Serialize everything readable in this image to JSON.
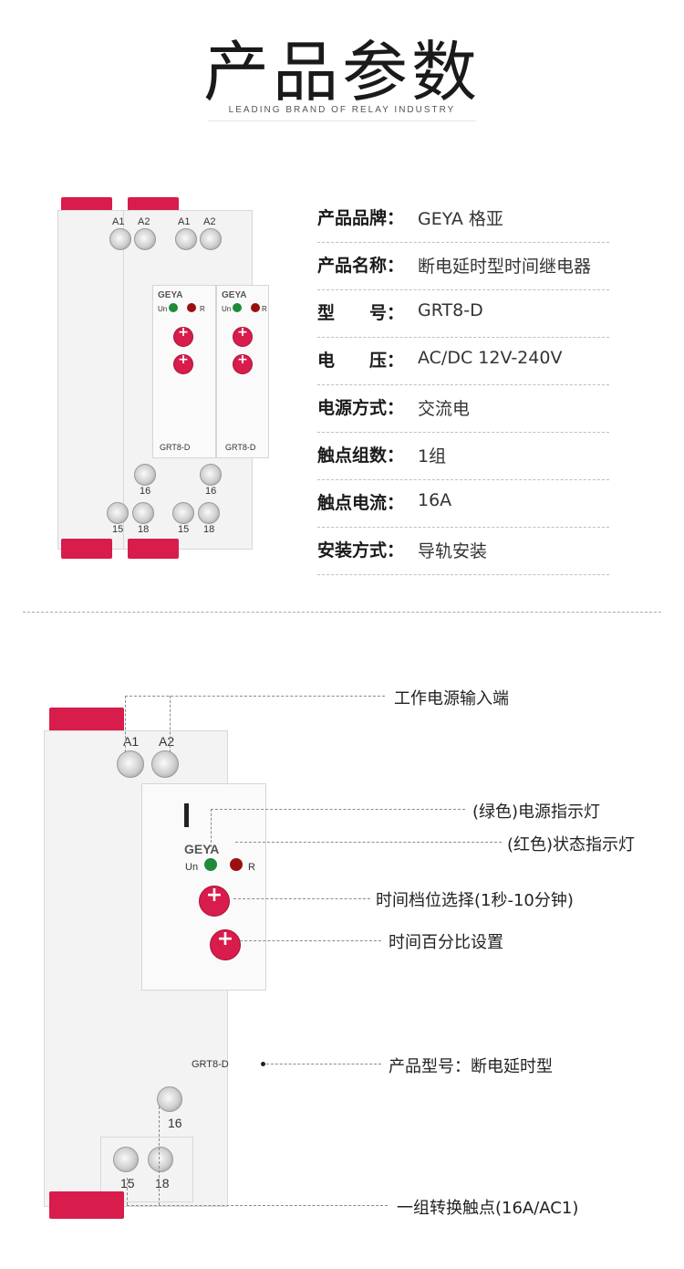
{
  "header": {
    "title": "产品参数",
    "subtitle": "LEADING BRAND OF RELAY INDUSTRY"
  },
  "specs": [
    {
      "key": "产品品牌：",
      "value": "GEYA 格亚"
    },
    {
      "key": "产品名称：",
      "value": "断电延时型时间继电器"
    },
    {
      "key": "型　　号：",
      "value": "GRT8-D"
    },
    {
      "key": "电　　压：",
      "value": "AC/DC 12V-240V"
    },
    {
      "key": "电源方式：",
      "value": "交流电"
    },
    {
      "key": "触点组数：",
      "value": "1组"
    },
    {
      "key": "触点电流：",
      "value": "16A"
    },
    {
      "key": "安装方式：",
      "value": "导轨安装"
    }
  ],
  "product": {
    "brand": "GEYA",
    "model": "GRT8-D",
    "terminals": {
      "a1": "A1",
      "a2": "A2",
      "t15": "15",
      "t16": "16",
      "t18": "18"
    },
    "leds": {
      "power": "Un",
      "relay": "R"
    }
  },
  "callouts": [
    {
      "label": "工作电源输入端"
    },
    {
      "label": "(绿色)电源指示灯"
    },
    {
      "label": "(红色)状态指示灯"
    },
    {
      "label": "时间档位选择(1秒-10分钟)"
    },
    {
      "label": "时间百分比设置"
    },
    {
      "label": "产品型号：断电延时型"
    },
    {
      "label": "一组转换触点(16A/AC1)"
    }
  ],
  "colors": {
    "accent": "#d81c4b",
    "green_led": "#1e8a3a",
    "red_led": "#9a1010"
  }
}
